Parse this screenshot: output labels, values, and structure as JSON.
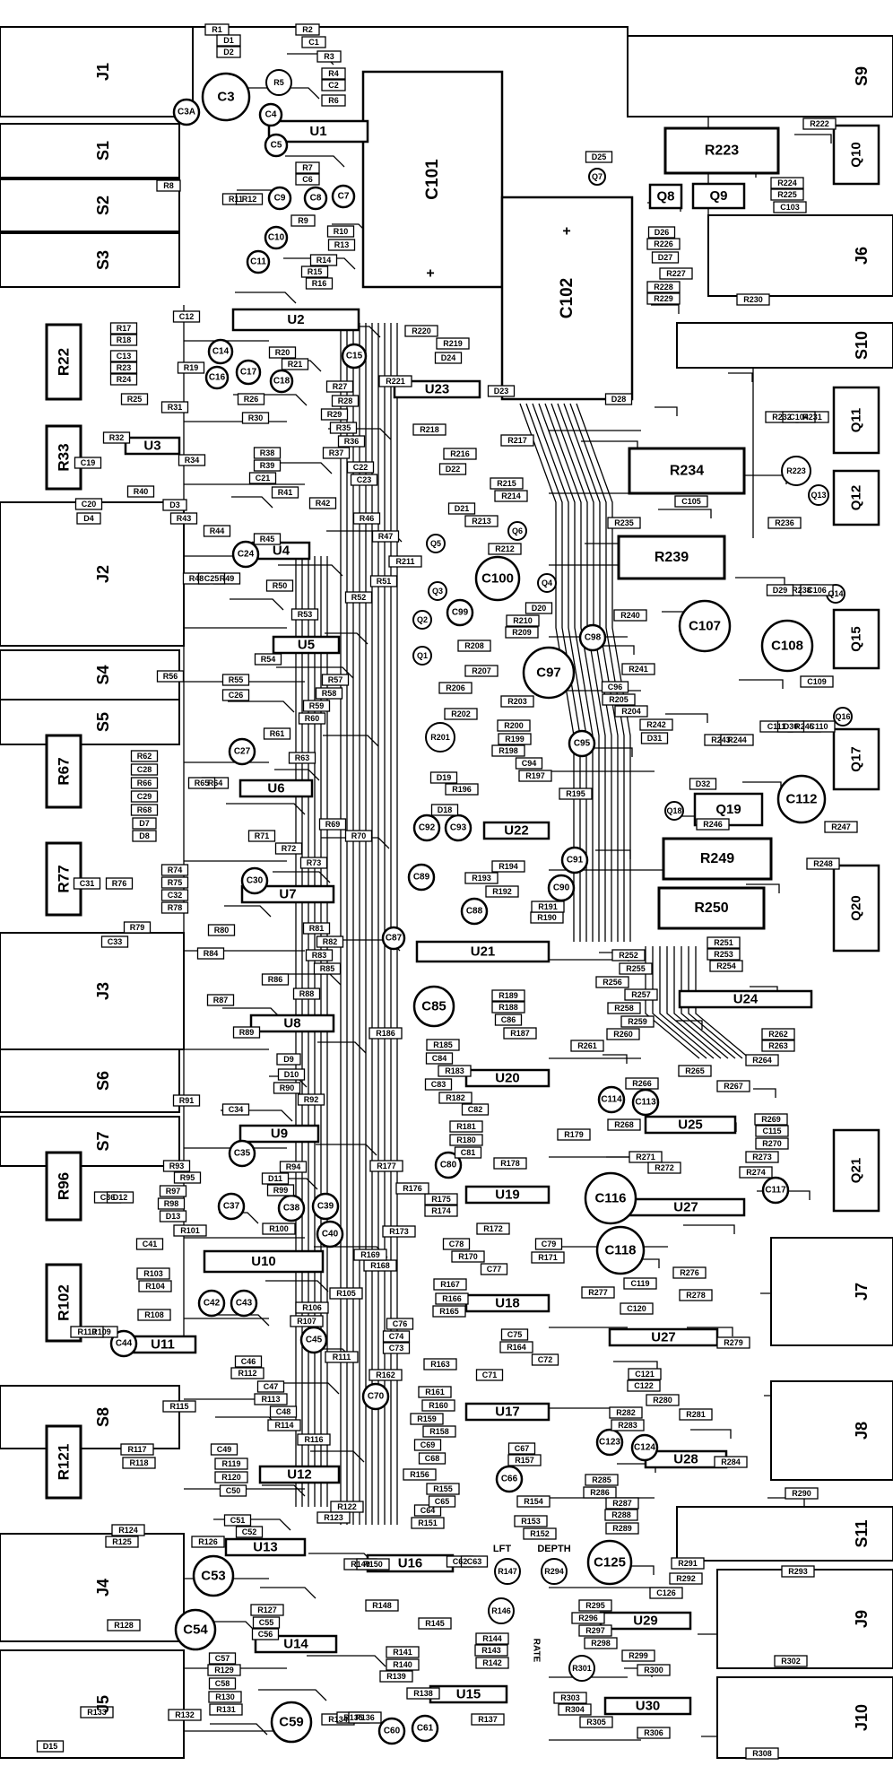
{
  "connectors": [
    "J1",
    "S1",
    "S2",
    "S3",
    "J2",
    "S4",
    "S5",
    "J3",
    "S6",
    "S7",
    "S8",
    "J4",
    "J5",
    "S9",
    "J6",
    "S10",
    "J7",
    "J8",
    "S11",
    "J9",
    "J10"
  ],
  "big_resistors": [
    "R22",
    "R33",
    "R67",
    "R77",
    "R96",
    "R102",
    "R121",
    "R223",
    "R234",
    "R239",
    "R249",
    "R250"
  ],
  "ics": [
    "U1",
    "U2",
    "U3",
    "U4",
    "U5",
    "U6",
    "U7",
    "U8",
    "U9",
    "U10",
    "U11",
    "U12",
    "U13",
    "U14",
    "U15",
    "U16",
    "U17",
    "U18",
    "U19",
    "U20",
    "U21",
    "U22",
    "U23",
    "U24",
    "U25",
    "U27",
    "U28",
    "U29",
    "U30"
  ],
  "caps_electrolytic": [
    "C101",
    "C102"
  ],
  "caps_round": [
    "C3",
    "C3A",
    "C4",
    "C5",
    "C7",
    "C8",
    "C9",
    "C10",
    "C11",
    "C14",
    "C15",
    "C16",
    "C17",
    "C18",
    "C24",
    "C27",
    "C30",
    "C35",
    "C37",
    "C38",
    "C39",
    "C40",
    "C42",
    "C43",
    "C44",
    "C45",
    "C53",
    "C54",
    "C59",
    "C60",
    "C61",
    "C66",
    "C70",
    "C80",
    "C85",
    "C87",
    "C88",
    "C89",
    "C90",
    "C91",
    "C92",
    "C93",
    "C95",
    "C97",
    "C98",
    "C99",
    "C100",
    "C107",
    "C108",
    "C112",
    "C113",
    "C114",
    "C116",
    "C117",
    "C118",
    "C123",
    "C124",
    "C125"
  ],
  "transistors": [
    "Q1",
    "Q2",
    "Q3",
    "Q4",
    "Q5",
    "Q6",
    "Q7",
    "Q8",
    "Q9",
    "Q10",
    "Q11",
    "Q12",
    "Q13",
    "Q14",
    "Q15",
    "Q16",
    "Q17",
    "Q18",
    "Q19",
    "Q20",
    "Q21"
  ],
  "trimpots": [
    "R5",
    "R146",
    "R147",
    "R201",
    "R223",
    "R294",
    "R301"
  ],
  "small_parts": [
    "R1",
    "R2",
    "R3",
    "R4",
    "R6",
    "R7",
    "R8",
    "R9",
    "R10",
    "R11",
    "R12",
    "R13",
    "R14",
    "R15",
    "R16",
    "R17",
    "R18",
    "R19",
    "R20",
    "R21",
    "R23",
    "R24",
    "R25",
    "R26",
    "R27",
    "R28",
    "R29",
    "R30",
    "R31",
    "R32",
    "R34",
    "R35",
    "R36",
    "R37",
    "R38",
    "R39",
    "R40",
    "R41",
    "R42",
    "R43",
    "R44",
    "R45",
    "R46",
    "R47",
    "R48",
    "R49",
    "R50",
    "R51",
    "R52",
    "R53",
    "R54",
    "R55",
    "R56",
    "R57",
    "R58",
    "R59",
    "R60",
    "R61",
    "R62",
    "R63",
    "R64",
    "R65",
    "R66",
    "R68",
    "R69",
    "R70",
    "R71",
    "R72",
    "R73",
    "R74",
    "R75",
    "R76",
    "R78",
    "R79",
    "R80",
    "R81",
    "R82",
    "R83",
    "R84",
    "R85",
    "R86",
    "R87",
    "R88",
    "R89",
    "R90",
    "R91",
    "R92",
    "R93",
    "R94",
    "R95",
    "R97",
    "R98",
    "R99",
    "R100",
    "R101",
    "R103",
    "R104",
    "R105",
    "R106",
    "R107",
    "R108",
    "R109",
    "R110",
    "R111",
    "R112",
    "R113",
    "R114",
    "R115",
    "R116",
    "R117",
    "R118",
    "R119",
    "R120",
    "R122",
    "R123",
    "R124",
    "R125",
    "R126",
    "R127",
    "R128",
    "R129",
    "R130",
    "R131",
    "R132",
    "R133",
    "R134",
    "R135",
    "R136",
    "R137",
    "R138",
    "R139",
    "R140",
    "R141",
    "R142",
    "R143",
    "R144",
    "R145",
    "R148",
    "R149",
    "R150",
    "R151",
    "R152",
    "R153",
    "R154",
    "R155",
    "R156",
    "R157",
    "R158",
    "R159",
    "R160",
    "R161",
    "R162",
    "R163",
    "R164",
    "R165",
    "R166",
    "R167",
    "R168",
    "R169",
    "R170",
    "R171",
    "R172",
    "R173",
    "R174",
    "R175",
    "R176",
    "R177",
    "R178",
    "R179",
    "R180",
    "R181",
    "R182",
    "R183",
    "R185",
    "R186",
    "R187",
    "R188",
    "R189",
    "R190",
    "R191",
    "R192",
    "R193",
    "R194",
    "R195",
    "R196",
    "R197",
    "R198",
    "R199",
    "R200",
    "R202",
    "R203",
    "R204",
    "R205",
    "R206",
    "R207",
    "R208",
    "R209",
    "R210",
    "R211",
    "R212",
    "R213",
    "R214",
    "R215",
    "R216",
    "R217",
    "R218",
    "R219",
    "R220",
    "R221",
    "R222",
    "R224",
    "R225",
    "R226",
    "R227",
    "R228",
    "R229",
    "R230",
    "R231",
    "R232",
    "R235",
    "R236",
    "R238",
    "R240",
    "R241",
    "R242",
    "R243",
    "R244",
    "R245",
    "R246",
    "R247",
    "R248",
    "R251",
    "R252",
    "R253",
    "R254",
    "R255",
    "R256",
    "R257",
    "R258",
    "R259",
    "R260",
    "R261",
    "R262",
    "R263",
    "R264",
    "R265",
    "R266",
    "R267",
    "R268",
    "R269",
    "R270",
    "R271",
    "R272",
    "R273",
    "R274",
    "R276",
    "R277",
    "R278",
    "R279",
    "R280",
    "R281",
    "R282",
    "R283",
    "R284",
    "R285",
    "R286",
    "R287",
    "R288",
    "R289",
    "R290",
    "R291",
    "R292",
    "R293",
    "R295",
    "R296",
    "R297",
    "R298",
    "R299",
    "R300",
    "R302",
    "R303",
    "R304",
    "R305",
    "R306",
    "R308",
    "C1",
    "C2",
    "C6",
    "C12",
    "C13",
    "C19",
    "C20",
    "C21",
    "C22",
    "C23",
    "C25",
    "C26",
    "C28",
    "C29",
    "C31",
    "C32",
    "C33",
    "C34",
    "C36",
    "C41",
    "C46",
    "C47",
    "C48",
    "C49",
    "C50",
    "C51",
    "C52",
    "C55",
    "C56",
    "C57",
    "C58",
    "C62",
    "C63",
    "C64",
    "C65",
    "C67",
    "C68",
    "C69",
    "C71",
    "C72",
    "C73",
    "C74",
    "C75",
    "C76",
    "C77",
    "C78",
    "C79",
    "C81",
    "C82",
    "C83",
    "C84",
    "C86",
    "C94",
    "C96",
    "C103",
    "C104",
    "C105",
    "C106",
    "C109",
    "C110",
    "C111",
    "C115",
    "C119",
    "C120",
    "C121",
    "C122",
    "C126",
    "D1",
    "D2",
    "D3",
    "D4",
    "D7",
    "D8",
    "D9",
    "D10",
    "D11",
    "D12",
    "D13",
    "D15",
    "D18",
    "D19",
    "D20",
    "D21",
    "D22",
    "D23",
    "D24",
    "D25",
    "D26",
    "D27",
    "D28",
    "D29",
    "D30",
    "D31",
    "D32"
  ],
  "annotations": [
    "LFT",
    "DEPTH",
    "RATE",
    "+",
    "+"
  ]
}
